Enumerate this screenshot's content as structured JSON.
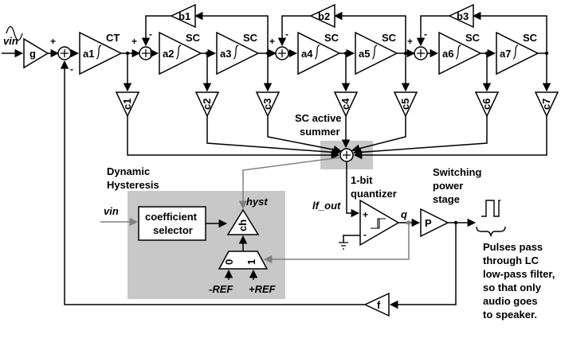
{
  "input": {
    "vin": "vin"
  },
  "gain": {
    "g": "g",
    "f": "f"
  },
  "integrators": {
    "a1": "a1",
    "a2": "a2",
    "a3": "a3",
    "a4": "a4",
    "a5": "a5",
    "a6": "a6",
    "a7": "a7",
    "a1_type": "CT",
    "a2_type": "SC",
    "a3_type": "SC",
    "a4_type": "SC",
    "a5_type": "SC",
    "a6_type": "SC",
    "a7_type": "SC"
  },
  "feedback": {
    "b1": "b1",
    "b2": "b2",
    "b3": "b3"
  },
  "feedforward": {
    "c1": "c1",
    "c2": "c2",
    "c3": "c3",
    "c4": "c4",
    "c5": "c5",
    "c6": "c6",
    "c7": "c7"
  },
  "summer": {
    "line1": "SC active",
    "line2": "summer"
  },
  "signs": {
    "plus": "+",
    "minus": "-"
  },
  "hysteresis": {
    "title1": "Dynamic",
    "title2": "Hysteresis",
    "vin": "vin",
    "selector1": "coefficient",
    "selector2": "selector",
    "hyst": "hyst",
    "ch": "ch",
    "mux0": "0",
    "mux1": "1",
    "refneg": "-REF",
    "refpos": "+REF"
  },
  "quantizer": {
    "title1": "1-bit",
    "title2": "quantizer",
    "lf_out": "lf_out",
    "q": "q"
  },
  "power": {
    "title1": "Switching",
    "title2": "power",
    "title3": "stage",
    "p": "P"
  },
  "note": {
    "l1": "Pulses pass",
    "l2": "through LC",
    "l3": "low-pass filter,",
    "l4": "so that only",
    "l5": "audio goes",
    "l6": "to speaker."
  }
}
